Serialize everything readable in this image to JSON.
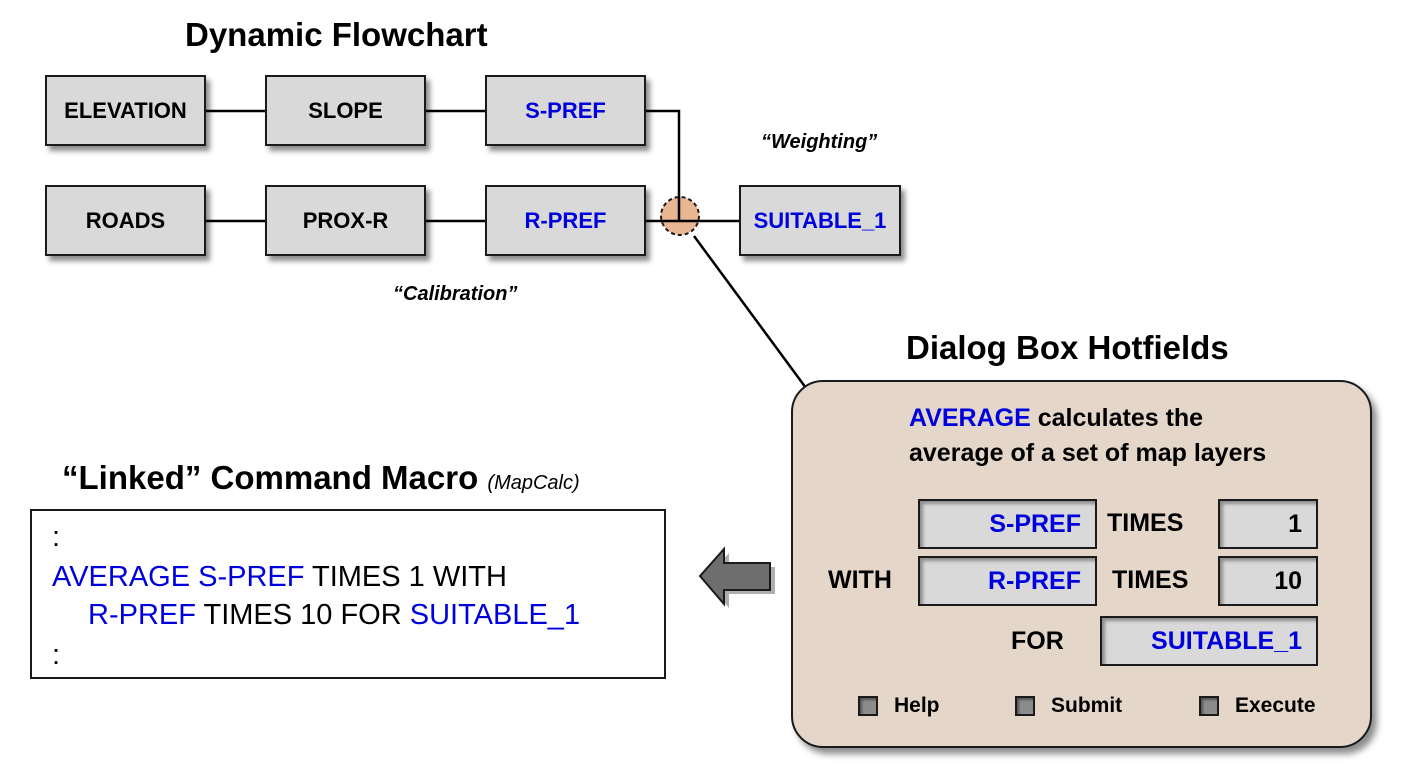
{
  "flowchart": {
    "title": "Dynamic Flowchart",
    "row1": [
      "ELEVATION",
      "SLOPE",
      "S-PREF"
    ],
    "row2": [
      "ROADS",
      "PROX-R",
      "R-PREF"
    ],
    "output": "SUITABLE_1",
    "weighting_note": "“Weighting”",
    "calibration_note": "“Calibration”",
    "node_color": "#d9d9d9",
    "blue_color": "#0000dd",
    "junction_color": "#e8b690"
  },
  "dialog": {
    "title": "Dialog Box Hotfields",
    "desc_keyword": "AVERAGE",
    "desc_rest1": " calculates the",
    "desc_line2": "average of a set of map layers",
    "row1": {
      "map": "S-PREF",
      "times_label": "TIMES",
      "weight": "1"
    },
    "row2": {
      "with_label": "WITH",
      "map": "R-PREF",
      "times_label": "TIMES",
      "weight": "10"
    },
    "for_label": "FOR",
    "for_value": "SUITABLE_1",
    "buttons": [
      "Help",
      "Submit",
      "Execute"
    ],
    "background": "#e4d7c9"
  },
  "macro": {
    "title": "“Linked” Command Macro",
    "subtitle": "(MapCalc)",
    "line1": ":",
    "line2": {
      "cmd": "AVERAGE",
      "map1": "S-PREF",
      "rest": " TIMES 1 WITH"
    },
    "line3": {
      "map2": "R-PREF",
      "mid": " TIMES 10 FOR ",
      "out": "SUITABLE_1"
    },
    "line4": ":"
  }
}
